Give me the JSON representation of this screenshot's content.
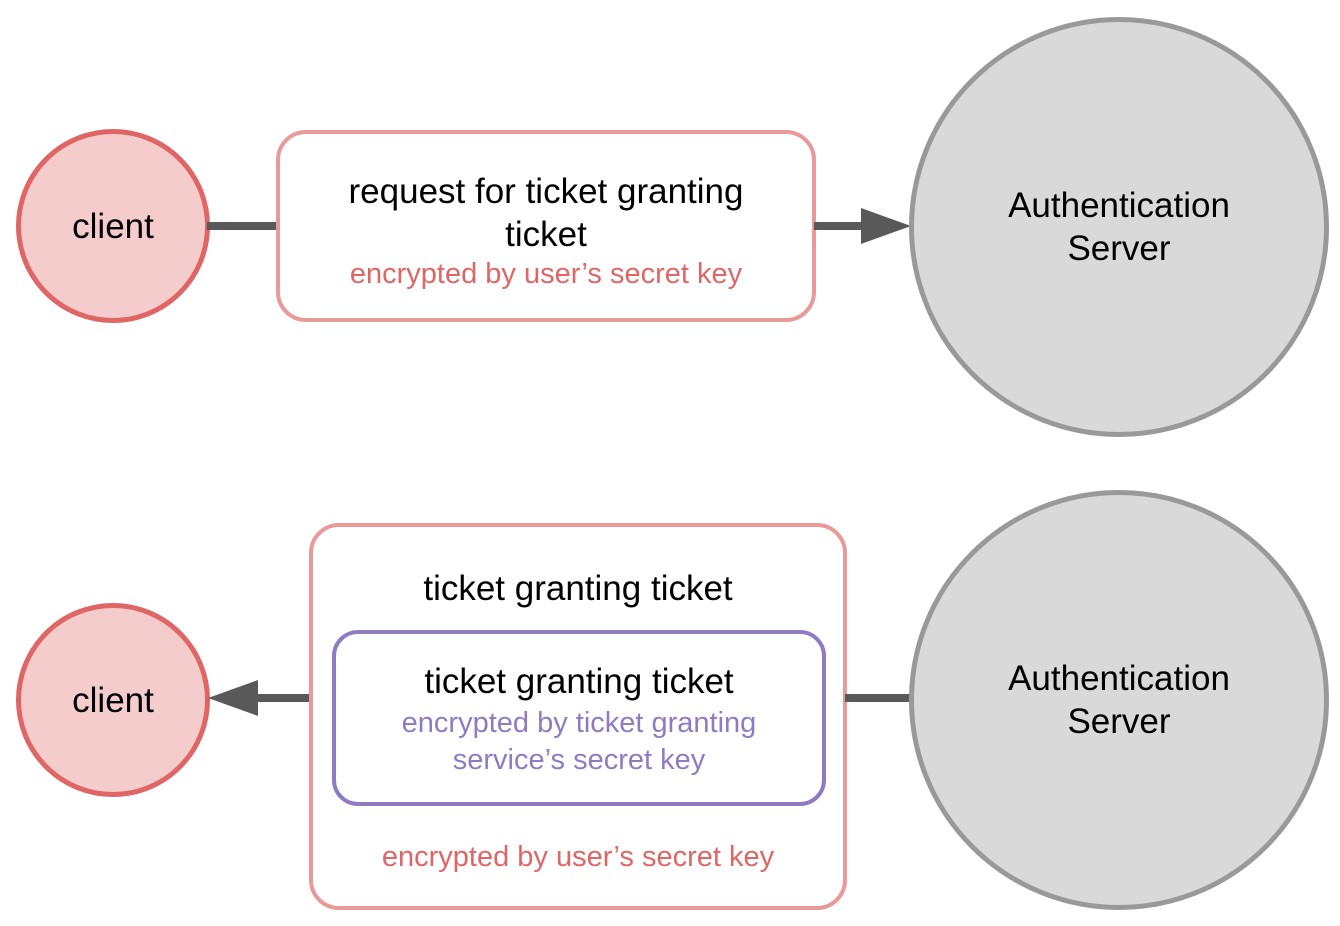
{
  "flow_1": {
    "client_label": "client",
    "server_label_line1": "Authentication",
    "server_label_line2": "Server",
    "message": {
      "title_line1": "request for ticket granting",
      "title_line2": "ticket",
      "encryption": "encrypted by user’s secret key"
    }
  },
  "flow_2": {
    "client_label": "client",
    "server_label_line1": "Authentication",
    "server_label_line2": "Server",
    "outer_message": {
      "title": "ticket granting ticket",
      "encryption": "encrypted by user’s secret key"
    },
    "inner_message": {
      "title": "ticket granting ticket",
      "encryption_line1": "encrypted by ticket granting",
      "encryption_line2": "service’s secret key"
    }
  },
  "colors": {
    "client_fill": "#f4cccc",
    "client_stroke": "#e06666",
    "server_fill": "#d9d9d9",
    "server_stroke": "#999999",
    "message_stroke": "#ea9999",
    "user_key_text": "#e06666",
    "tgs_key_stroke": "#8e7cc3",
    "arrow": "#595959"
  }
}
